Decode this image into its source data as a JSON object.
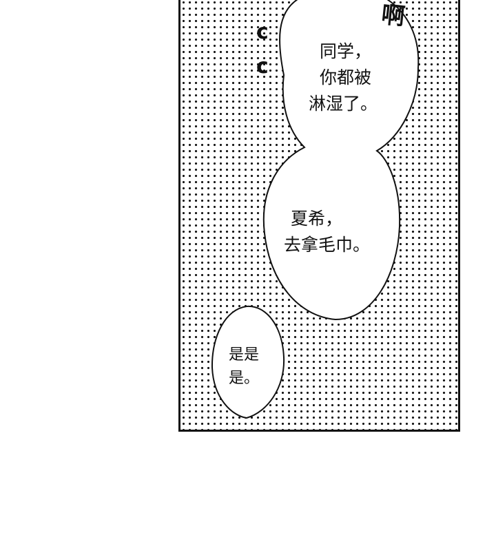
{
  "panel": {
    "sfx": "啊",
    "murmur": [
      "c",
      "c"
    ],
    "bubbles": [
      {
        "lines": [
          "同学，",
          "你都被",
          "淋湿了。"
        ]
      },
      {
        "lines": [
          "夏希，",
          "去拿毛巾。"
        ]
      },
      {
        "lines": [
          "是是",
          "是。"
        ]
      }
    ]
  }
}
